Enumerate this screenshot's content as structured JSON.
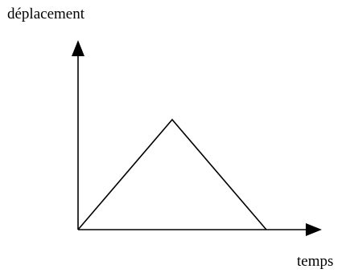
{
  "chart_data": {
    "type": "line",
    "title": "",
    "xlabel": "temps",
    "ylabel": "déplacement",
    "x": [
      0,
      1,
      2
    ],
    "series": [
      {
        "values": [
          0,
          1,
          0
        ]
      }
    ],
    "xlim": [
      0,
      2.45
    ],
    "ylim": [
      0,
      1.75
    ],
    "grid": false,
    "colors": {
      "line": "#000000",
      "axis": "#000000"
    }
  }
}
